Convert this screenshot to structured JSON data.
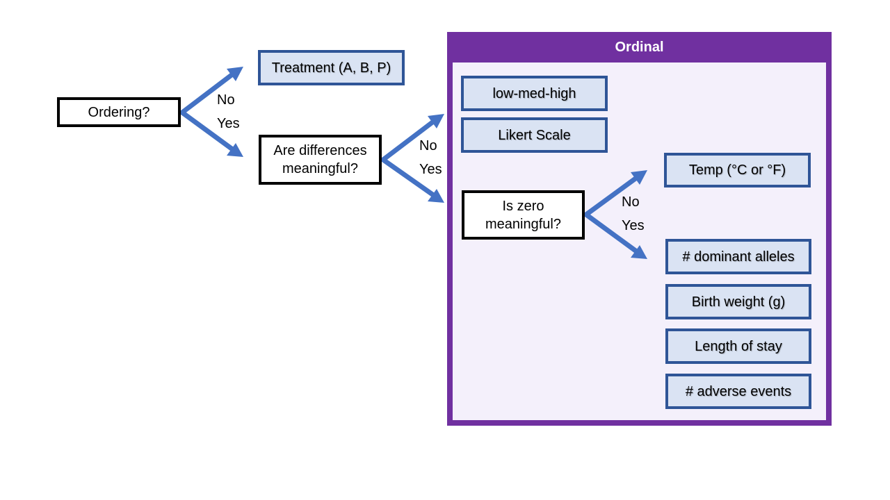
{
  "colors": {
    "arrow": "#4472c4",
    "leaf_fill": "#dae3f3",
    "leaf_border": "#2f5597",
    "frame": "#7030a0",
    "frame_inner": "#f4f0fb"
  },
  "frame": {
    "title": "Ordinal"
  },
  "questions": {
    "ordering": "Ordering?",
    "differences": "Are differences meaningful?",
    "zero": "Is zero meaningful?"
  },
  "labels": {
    "no": "No",
    "yes": "Yes"
  },
  "leaves": {
    "treatment": "Treatment (A, B, P)",
    "low_med_high": "low-med-high",
    "likert": "Likert Scale",
    "temp": "Temp (°C or °F)",
    "dominant_alleles": "# dominant alleles",
    "birth_weight": "Birth weight (g)",
    "length_of_stay": "Length of stay",
    "adverse_events": "# adverse events"
  }
}
